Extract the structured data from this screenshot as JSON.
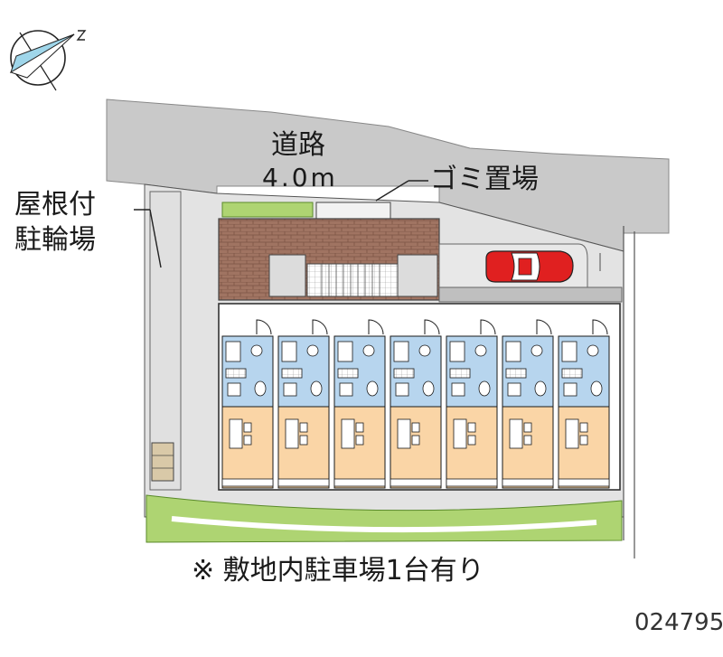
{
  "labels": {
    "road_name": "道路",
    "road_width": "4.0m",
    "garbage": "ゴミ置場",
    "bicycle_line1": "屋根付",
    "bicycle_line2": "駐輪場",
    "parking_note": "※ 敷地内駐車場1台有り",
    "plan_code": "024795"
  },
  "units": {
    "count": 7
  },
  "colors": {
    "road": "#c9c9c9",
    "site": "#e3e3e3",
    "brick": "#a07462",
    "grass": "#aed472",
    "room_blue": "#b7d5ee",
    "room_peach": "#fad5a6",
    "car": "#e02020",
    "outline": "#1a1a1a"
  },
  "icons": {
    "compass": "north-compass-icon",
    "car": "car-icon"
  }
}
